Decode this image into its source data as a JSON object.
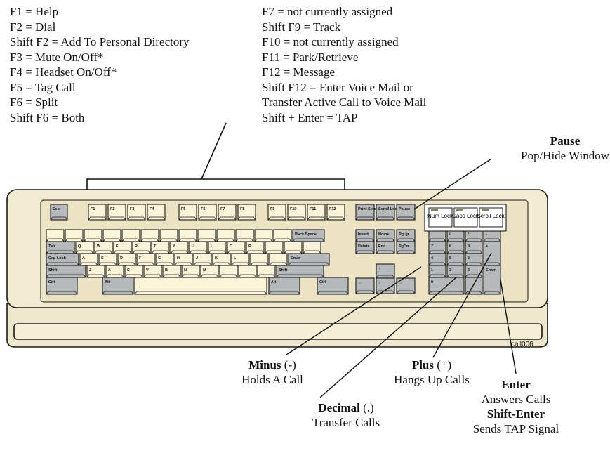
{
  "function_keys_left": [
    "F1 = Help",
    "F2 = Dial",
    "Shift F2 = Add To Personal Directory",
    "F3 = Mute On/Off*",
    "F4 = Headset On/Off*",
    "F5 = Tag Call",
    "F6 = Split",
    "Shift F6 = Both"
  ],
  "function_keys_right": [
    "F7 = not currently assigned",
    "Shift F9 = Track",
    "F10 = not currently assigned",
    "F11 = Park/Retrieve",
    "F12 = Message",
    "Shift F12 = Enter Voice Mail or",
    "Transfer Active Call to Voice Mail",
    "Shift + Enter = TAP"
  ],
  "callouts": {
    "pause": {
      "title": "Pause",
      "desc": "Pop/Hide Window"
    },
    "minus": {
      "title": "Minus",
      "sym": " (-)",
      "desc": "Holds A Call"
    },
    "plus": {
      "title": "Plus",
      "sym": " (+)",
      "desc": "Hangs Up Calls"
    },
    "decimal": {
      "title": "Decimal",
      "sym": " (.)",
      "desc": "Transfer Calls"
    },
    "enter": {
      "title": "Enter",
      "desc": "Answers Calls",
      "title2": "Shift-Enter",
      "desc2": "Sends TAP Signal"
    }
  },
  "figure_code": "call006",
  "keyboard": {
    "esc": "Esc",
    "fkeys": [
      "F1",
      "F2",
      "F3",
      "F4",
      "F5",
      "F6",
      "F7",
      "F8",
      "F9",
      "F10",
      "F11",
      "F12"
    ],
    "print": "Print Screen",
    "scroll": "Scroll Lock",
    "pause": "Pause",
    "num_lock": "Num Lock",
    "caps_lock": "Caps Lock",
    "scroll_lock": "Scroll Lock",
    "tab": "Tab",
    "cap_lock": "Cap Lock",
    "shift": "Shift",
    "ctrl": "Ctrl",
    "alt": "Alt",
    "back_space": "Back Space",
    "enter": "Enter",
    "insert": "Insert",
    "home": "Home",
    "pgup": "PgUp",
    "delete": "Delete",
    "end": "End",
    "pgdn": "PgDn",
    "row_q": [
      "Q",
      "W",
      "E",
      "R",
      "T",
      "Y",
      "U",
      "I",
      "O",
      "P"
    ],
    "row_a": [
      "A",
      "S",
      "D",
      "F",
      "G",
      "H",
      "J",
      "K",
      "L"
    ],
    "row_z": [
      "Z",
      "X",
      "C",
      "V",
      "B",
      "N",
      "M"
    ],
    "numpad": [
      "7",
      "8",
      "9",
      "4",
      "5",
      "6",
      "1",
      "2",
      "3",
      "0",
      "/",
      "*",
      "-",
      "+"
    ]
  },
  "colors": {
    "case": "#f3ecd3",
    "key_light": "#fbf4d8",
    "key_gray": "#b6b8ba",
    "outline": "#1a1a1a"
  }
}
